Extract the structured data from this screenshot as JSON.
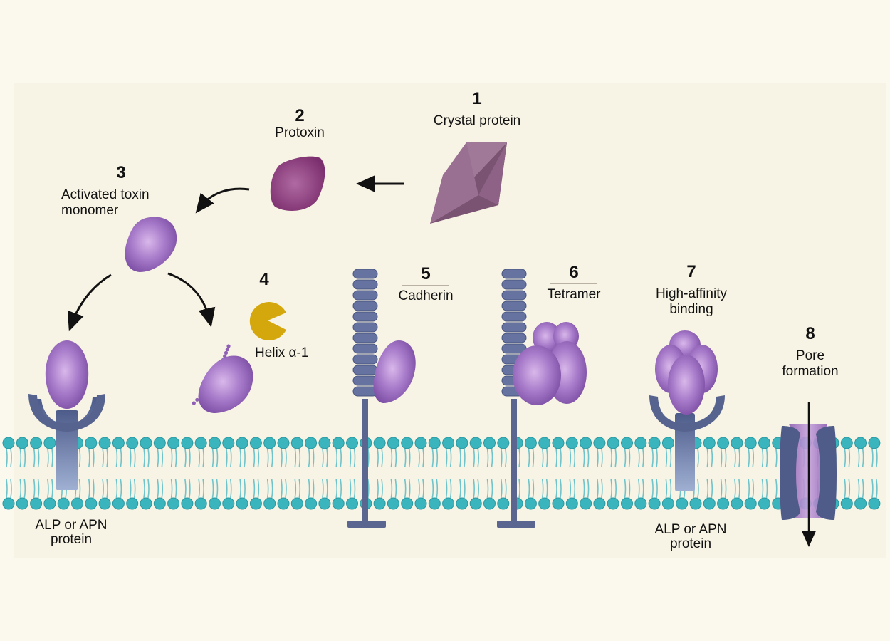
{
  "steps": [
    {
      "number": "1",
      "label": "Crystal protein"
    },
    {
      "number": "2",
      "label": "Protoxin"
    },
    {
      "number": "3",
      "label": "Activated toxin\nmonomer"
    },
    {
      "number": "4",
      "label": "Helix α-1"
    },
    {
      "number": "5",
      "label": "Cadherin"
    },
    {
      "number": "6",
      "label": "Tetramer"
    },
    {
      "number": "7",
      "label": "High-affinity\nbinding"
    },
    {
      "number": "8",
      "label": "Pore\nformation"
    }
  ],
  "membrane_labels": {
    "left": "ALP or APN\nprotein",
    "right": "ALP or APN\nprotein"
  },
  "colors": {
    "background": "#f8f4e5",
    "toxin_purple": "#9b6cc0",
    "protoxin_magenta": "#8c3f7e",
    "crystal_mauve": "#8e6286",
    "receptor_slate": "#59668f",
    "helix_gold": "#d4a80c",
    "membrane_teal": "#3bb5bd"
  }
}
